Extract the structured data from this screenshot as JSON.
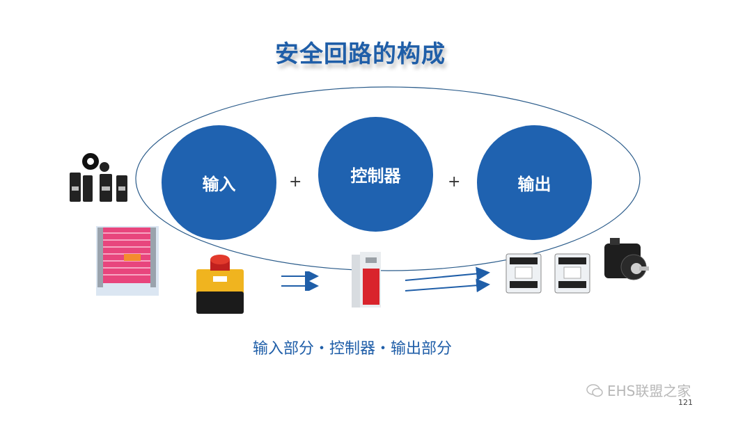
{
  "title": "安全回路的构成",
  "nodes": {
    "input": "输入",
    "controller": "控制器",
    "output": "输出"
  },
  "plus": "+",
  "caption": "输入部分・控制器・输出部分",
  "watermark": "EHS联盟之家",
  "page_number": "121",
  "colors": {
    "primary": "#1f62b0",
    "title": "#1f5ea8",
    "arrow": "#1f5ea8"
  }
}
